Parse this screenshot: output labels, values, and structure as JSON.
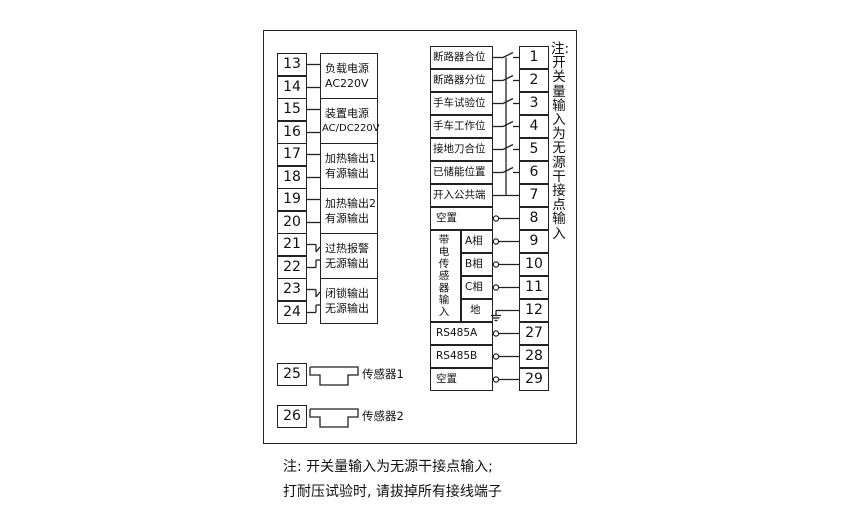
{
  "left_groups": [
    {
      "terminals": [
        "13",
        "14"
      ],
      "label_lines": [
        "负载电源",
        "AC220V"
      ]
    },
    {
      "terminals": [
        "15",
        "16"
      ],
      "label_lines": [
        "装置电源",
        "AC/DC220V"
      ]
    },
    {
      "terminals": [
        "17",
        "18"
      ],
      "label_lines": [
        "加热输出1",
        "有源输出"
      ]
    },
    {
      "terminals": [
        "19",
        "20"
      ],
      "label_lines": [
        "加热输出2",
        "有源输出"
      ]
    },
    {
      "terminals": [
        "21",
        "22"
      ],
      "label_lines": [
        "过热报警",
        "无源输出"
      ]
    },
    {
      "terminals": [
        "23",
        "24"
      ],
      "label_lines": [
        "闭锁输出",
        "无源输出"
      ]
    }
  ],
  "sensors": [
    {
      "terminal": "25",
      "label": "传感器1"
    },
    {
      "terminal": "26",
      "label": "传感器2"
    }
  ],
  "right_rows": [
    {
      "terminal": "1",
      "label": "断路器合位"
    },
    {
      "terminal": "2",
      "label": "断路器分位"
    },
    {
      "terminal": "3",
      "label": "手车试验位"
    },
    {
      "terminal": "4",
      "label": "手车工作位"
    },
    {
      "terminal": "5",
      "label": "接地刀合位"
    },
    {
      "terminal": "6",
      "label": "已储能位置"
    },
    {
      "terminal": "7",
      "label": "开入公共端"
    },
    {
      "terminal": "8",
      "label": "空置"
    },
    {
      "terminal": "9",
      "label": "A相"
    },
    {
      "terminal": "10",
      "label": "B相"
    },
    {
      "terminal": "11",
      "label": "C相"
    },
    {
      "terminal": "12",
      "label": "地"
    },
    {
      "terminal": "27",
      "label": "RS485A"
    },
    {
      "terminal": "28",
      "label": "RS485B"
    },
    {
      "terminal": "29",
      "label": "空置"
    }
  ],
  "sensor_input_group_label": "带电传感器输入",
  "side_note": "注:开关量输入为无源干接点输入",
  "footnote": {
    "line1": "注:  开关量输入为无源干接点输入;",
    "line2": "打耐压试验时, 请拔掉所有接线端子"
  }
}
